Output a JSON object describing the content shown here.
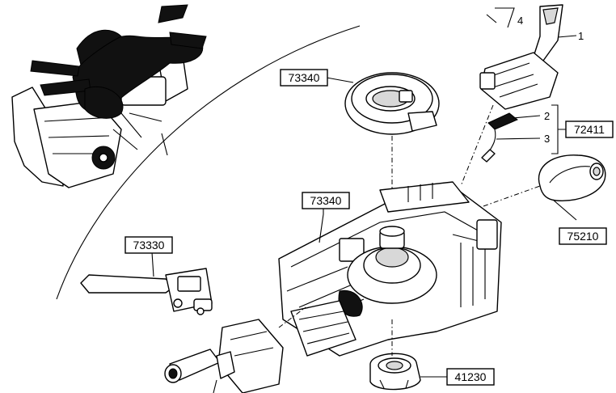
{
  "callouts": {
    "c73340_top": "73340",
    "c73340_mid": "73340",
    "c73330": "73330",
    "c72411": "72411",
    "c75210": "75210",
    "c41230": "41230"
  },
  "numbers": {
    "n1": "1",
    "n2": "2",
    "n3": "3",
    "n4": "4"
  }
}
